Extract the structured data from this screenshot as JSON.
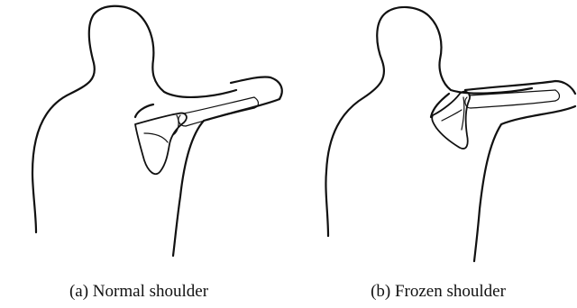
{
  "figure": {
    "line_color": "#111111",
    "background": "#ffffff",
    "panels": [
      {
        "caption": "(a) Normal shoulder",
        "illustration": "normal-shoulder-back-view"
      },
      {
        "caption": "(b) Frozen shoulder",
        "illustration": "frozen-shoulder-back-view"
      }
    ]
  }
}
